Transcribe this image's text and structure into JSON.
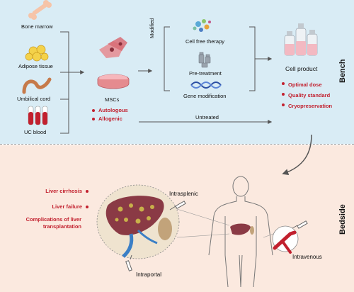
{
  "sections": {
    "bench": "Bench",
    "bedside": "Bedside"
  },
  "sources": [
    "Bone marrow",
    "Adipose tissue",
    "Umbilical cord",
    "UC blood"
  ],
  "mscs": {
    "label": "MSCs",
    "types": [
      "Autologous",
      "Allogenic"
    ]
  },
  "modified": {
    "label": "Modified",
    "options": [
      "Cell free therapy",
      "Pre-treatment",
      "Gene modification"
    ]
  },
  "untreated_label": "Untreated",
  "product": {
    "label": "Cell product",
    "requirements": [
      "Optimal dose",
      "Quality standard",
      "Cryopreservation"
    ]
  },
  "diseases": [
    "Liver cirrhosis",
    "Liver failure",
    "Complications of liver transplantation"
  ],
  "routes": {
    "intrasplenic": "Intrasplenic",
    "intraportal": "Intraportal",
    "intravenous": "Intravenous"
  },
  "colors": {
    "accent_red": "#c2202e",
    "bench_bg": "#d9ecf5",
    "bedside_bg": "#fbe9df",
    "liver": "#8a3a45"
  }
}
